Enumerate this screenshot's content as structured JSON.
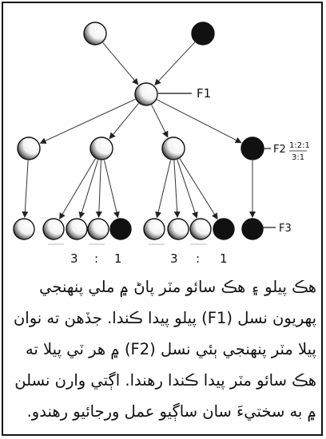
{
  "colors": {
    "dominant_fill": "#111111",
    "light_fill": "#ffffff",
    "stroke": "#111111",
    "background": "#ffffff"
  },
  "diagram": {
    "parents": [
      {
        "id": "P1",
        "phenotype": "white"
      },
      {
        "id": "P2",
        "phenotype": "black"
      }
    ],
    "f1": [
      {
        "id": "F1-1",
        "phenotype": "white"
      }
    ],
    "f2": [
      {
        "id": "F2-1",
        "phenotype": "white"
      },
      {
        "id": "F2-2",
        "phenotype": "white"
      },
      {
        "id": "F2-3",
        "phenotype": "white"
      },
      {
        "id": "F2-4",
        "phenotype": "black"
      }
    ],
    "f3": [
      {
        "id": "F3-1",
        "phenotype": "white",
        "from": "F2-1"
      },
      {
        "id": "F3-2",
        "phenotype": "white",
        "from": "F2-2"
      },
      {
        "id": "F3-3",
        "phenotype": "white",
        "from": "F2-2"
      },
      {
        "id": "F3-4",
        "phenotype": "white",
        "from": "F2-2"
      },
      {
        "id": "F3-5",
        "phenotype": "black",
        "from": "F2-2"
      },
      {
        "id": "F3-6",
        "phenotype": "white",
        "from": "F2-3"
      },
      {
        "id": "F3-7",
        "phenotype": "white",
        "from": "F2-3"
      },
      {
        "id": "F3-8",
        "phenotype": "white",
        "from": "F2-3"
      },
      {
        "id": "F3-9",
        "phenotype": "black",
        "from": "F2-3"
      },
      {
        "id": "F3-10",
        "phenotype": "black",
        "from": "F2-4"
      }
    ],
    "labels": {
      "f1": "F1",
      "f2": "F2",
      "f3": "F3",
      "f2_ratio_top": "1:2:1",
      "f2_ratio_bottom": "3:1",
      "f3_ratio_left": [
        "3",
        ":",
        "1"
      ],
      "f3_ratio_right": [
        "3",
        ":",
        "1"
      ]
    }
  },
  "caption": {
    "lines": [
      "هڪ پيلو ۽ هڪ سائو مٽر پاڻ ۾ ملي پنهنجي",
      "پهريون نسل (F1) پيلو پيدا ڪندا. جڏهن ته نوان",
      "پيلا مٽر پنهنجي ٻئي نسل (F2) ۾ هر ٽي پيلا ته",
      "هڪ سائو مٽر پيدا ڪندا رهندا. اڳتي وارن نسلن",
      "۾ به سختيءَ سان ساڳيو عمل ورجائيو رهندو."
    ]
  }
}
